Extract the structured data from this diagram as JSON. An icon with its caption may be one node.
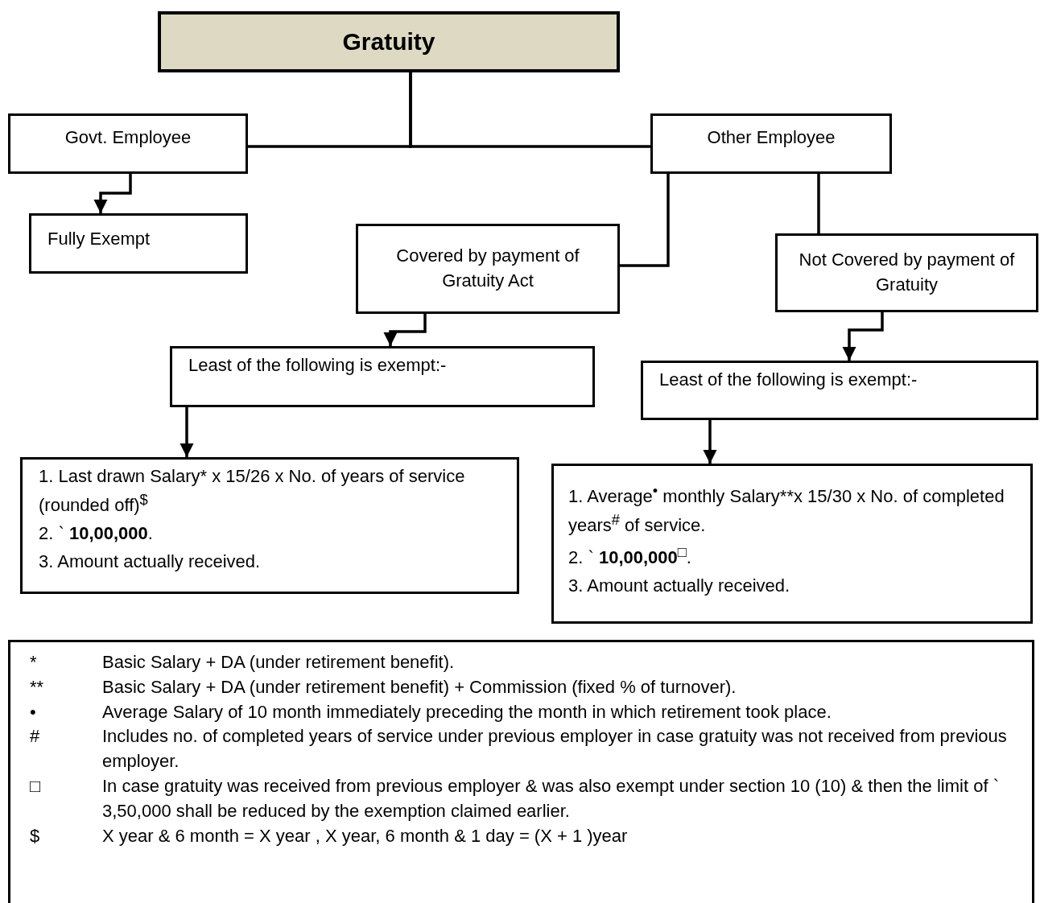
{
  "diagram": {
    "nodes": [
      {
        "text": [
          "Gratuity"
        ]
      },
      {
        "text": [
          "Govt. Employee"
        ]
      },
      {
        "text": [
          "Other Employee"
        ]
      },
      {
        "text": [
          "Fully Exempt"
        ]
      },
      {
        "text": [
          "Covered by payment of Gratuity Act"
        ]
      },
      {
        "text": [
          "Not Covered by payment of Gratuity"
        ]
      },
      {
        "text": [
          "Least of the following is exempt:-"
        ]
      },
      {
        "text": [
          "Least of the following is exempt:-"
        ]
      },
      {
        "text": [
          "1. Last drawn Salary* x 15/26 x No. of years of service (rounded off)$^{$}$",
          "2. ` **10,00,000**.",
          "3. Amount actually received."
        ]
      },
      {
        "text": [
          "1. Average$^{•}$ monthly  Salary**x 15/30 x No. of completed years$^{#}$ of service.",
          "2. ` **10,00,000**$^{□}$.",
          "3. Amount actually received."
        ]
      },
      {
        "text": [
          "*",
          "Basic Salary + DA (under retirement benefit).",
          "**",
          "Basic Salary + DA (under retirement benefit) + Commission (fixed % of turnover).",
          "•",
          "Average Salary of 10 month immediately preceding the month in which retirement took place.",
          "#",
          "Includes no. of completed years of service under previous employer in case gratuity was not received from previous employer.",
          "□",
          "In case gratuity was received from previous employer & was also exempt under section 10 (10) & then the limit of `  3,50,000 shall be reduced by the exemption claimed earlier.",
          "$",
          "X year & 6 month = X year , X year, 6 month & 1 day = (X + 1 )year"
        ]
      }
    ],
    "edges": [
      {
        "from": 0,
        "to": 1,
        "arrow": "none"
      },
      {
        "from": 0,
        "to": 2,
        "arrow": "none"
      },
      {
        "from": 1,
        "to": 3,
        "arrow": "to"
      },
      {
        "from": 2,
        "to": 4,
        "arrow": "none"
      },
      {
        "from": 2,
        "to": 5,
        "arrow": "none"
      },
      {
        "from": 4,
        "to": 6,
        "arrow": "to"
      },
      {
        "from": 5,
        "to": 7,
        "arrow": "to"
      },
      {
        "from": 6,
        "to": 8,
        "arrow": "to"
      },
      {
        "from": 7,
        "to": 9,
        "arrow": "to"
      }
    ]
  }
}
